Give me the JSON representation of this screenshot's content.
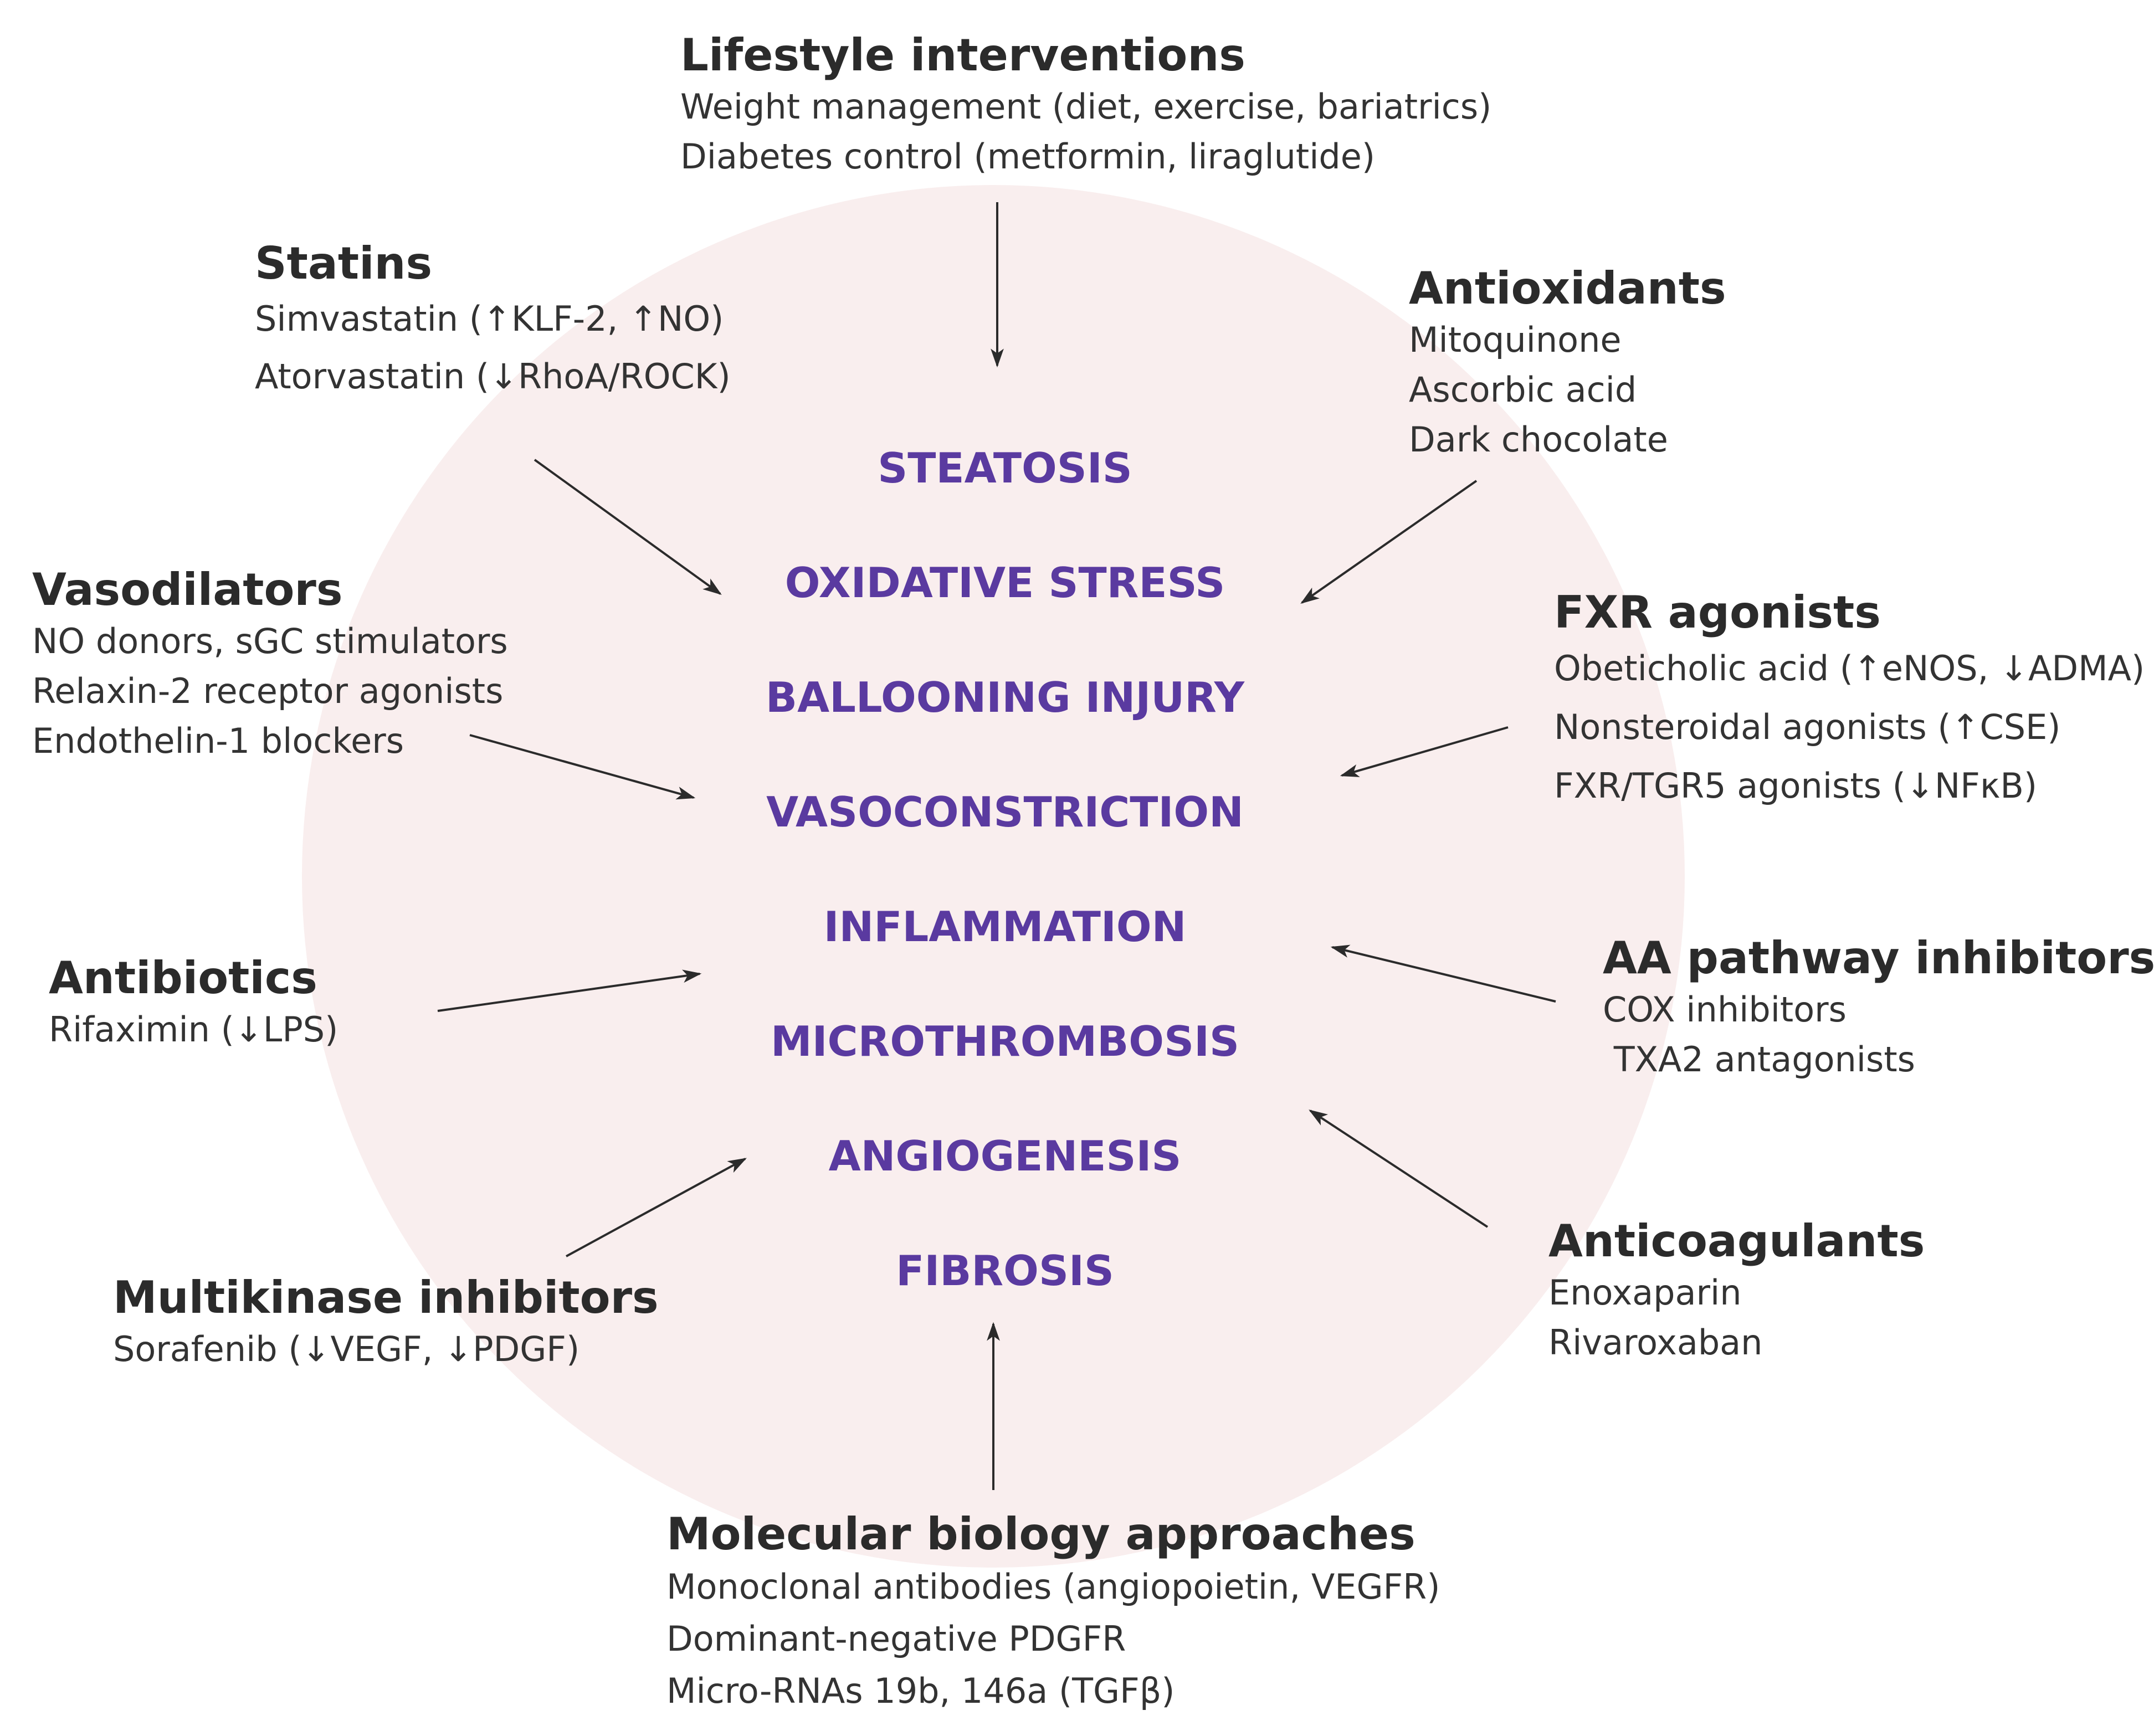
{
  "colors": {
    "circle_fill": "#f9eeee",
    "process_text": "#5a3aa0",
    "arrow": "#2b2b2b"
  },
  "processes": [
    "STEATOSIS",
    "OXIDATIVE STRESS",
    "BALLOONING INJURY",
    "VASOCONSTRICTION",
    "INFLAMMATION",
    "MICROTHROMBOSIS",
    "ANGIOGENESIS",
    "FIBROSIS"
  ],
  "groups": {
    "lifestyle": {
      "title": "Lifestyle interventions",
      "items": [
        "Weight management (diet, exercise, bariatrics)",
        "Diabetes control (metformin, liraglutide)"
      ]
    },
    "statins": {
      "title": "Statins",
      "items": [
        "Simvastatin (↑KLF-2, ↑NO)",
        "Atorvastatin (↓RhoA/ROCK)"
      ]
    },
    "antioxidants": {
      "title": "Antioxidants",
      "items": [
        "Mitoquinone",
        "Ascorbic acid",
        "Dark chocolate"
      ]
    },
    "vasodilators": {
      "title": "Vasodilators",
      "items": [
        "NO donors, sGC stimulators",
        "Relaxin-2 receptor agonists",
        "Endothelin-1 blockers"
      ]
    },
    "fxr": {
      "title": "FXR agonists",
      "items": [
        "Obeticholic acid (↑eNOS, ↓ADMA)",
        "Nonsteroidal agonists (↑CSE)",
        "FXR/TGR5 agonists (↓NFκB)"
      ]
    },
    "aa": {
      "title": "AA pathway inhibitors",
      "items": [
        "COX inhibitors",
        " TXA2 antagonists"
      ]
    },
    "antibiotics": {
      "title": "Antibiotics",
      "items": [
        "Rifaximin (↓LPS)"
      ]
    },
    "anticoagulants": {
      "title": "Anticoagulants",
      "items": [
        "Enoxaparin",
        "Rivaroxaban"
      ]
    },
    "multikinase": {
      "title": "Multikinase inhibitors",
      "items": [
        "Sorafenib (↓VEGF, ↓PDGF)"
      ]
    },
    "molecular": {
      "title": "Molecular biology approaches",
      "items": [
        "Monoclonal antibodies (angiopoietin, VEGFR)",
        "Dominant-negative PDGFR",
        "Micro-RNAs 19b, 146a (TGFβ)"
      ]
    }
  }
}
